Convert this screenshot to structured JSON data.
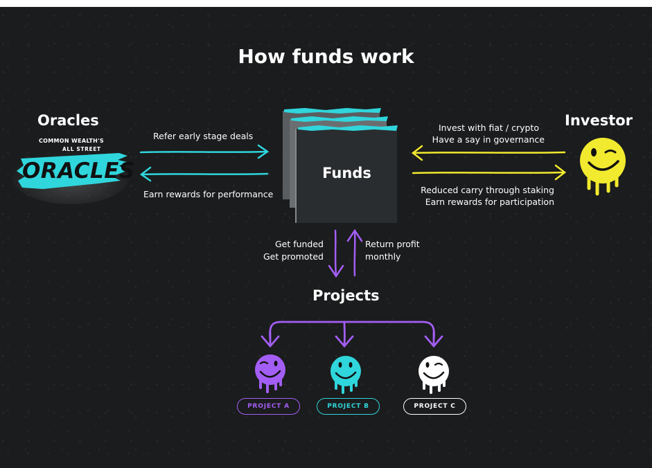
{
  "title": "How funds work",
  "oracles": {
    "heading": "Oracles",
    "logo_small_text": "COMMON WEALTH'S",
    "logo_mid_text": "ALL STREET",
    "logo_big_text": "ORACLES",
    "arrow_out_label": "Refer early stage deals",
    "arrow_in_label": "Earn rewards for performance"
  },
  "funds": {
    "label": "Funds"
  },
  "investor": {
    "heading": "Investor",
    "arrow_in_label_1": "Invest with fiat / crypto",
    "arrow_in_label_2": "Have a say in governance",
    "arrow_out_label_1": "Reduced carry through staking",
    "arrow_out_label_2": "Earn rewards for participation"
  },
  "flow": {
    "down_label_1": "Get funded",
    "down_label_2": "Get promoted",
    "up_label_1": "Return profit",
    "up_label_2": "monthly"
  },
  "projects": {
    "heading": "Projects",
    "items": [
      {
        "label": "PROJECT A",
        "color": "#a35ef5"
      },
      {
        "label": "PROJECT B",
        "color": "#2fd6dc"
      },
      {
        "label": "PROJECT C",
        "color": "#ffffff"
      }
    ]
  },
  "colors": {
    "background": "#1b1c1d",
    "cyan": "#2fd6dc",
    "yellow": "#f2ea2e",
    "purple": "#a35ef5",
    "card": "#2a2d2f"
  }
}
